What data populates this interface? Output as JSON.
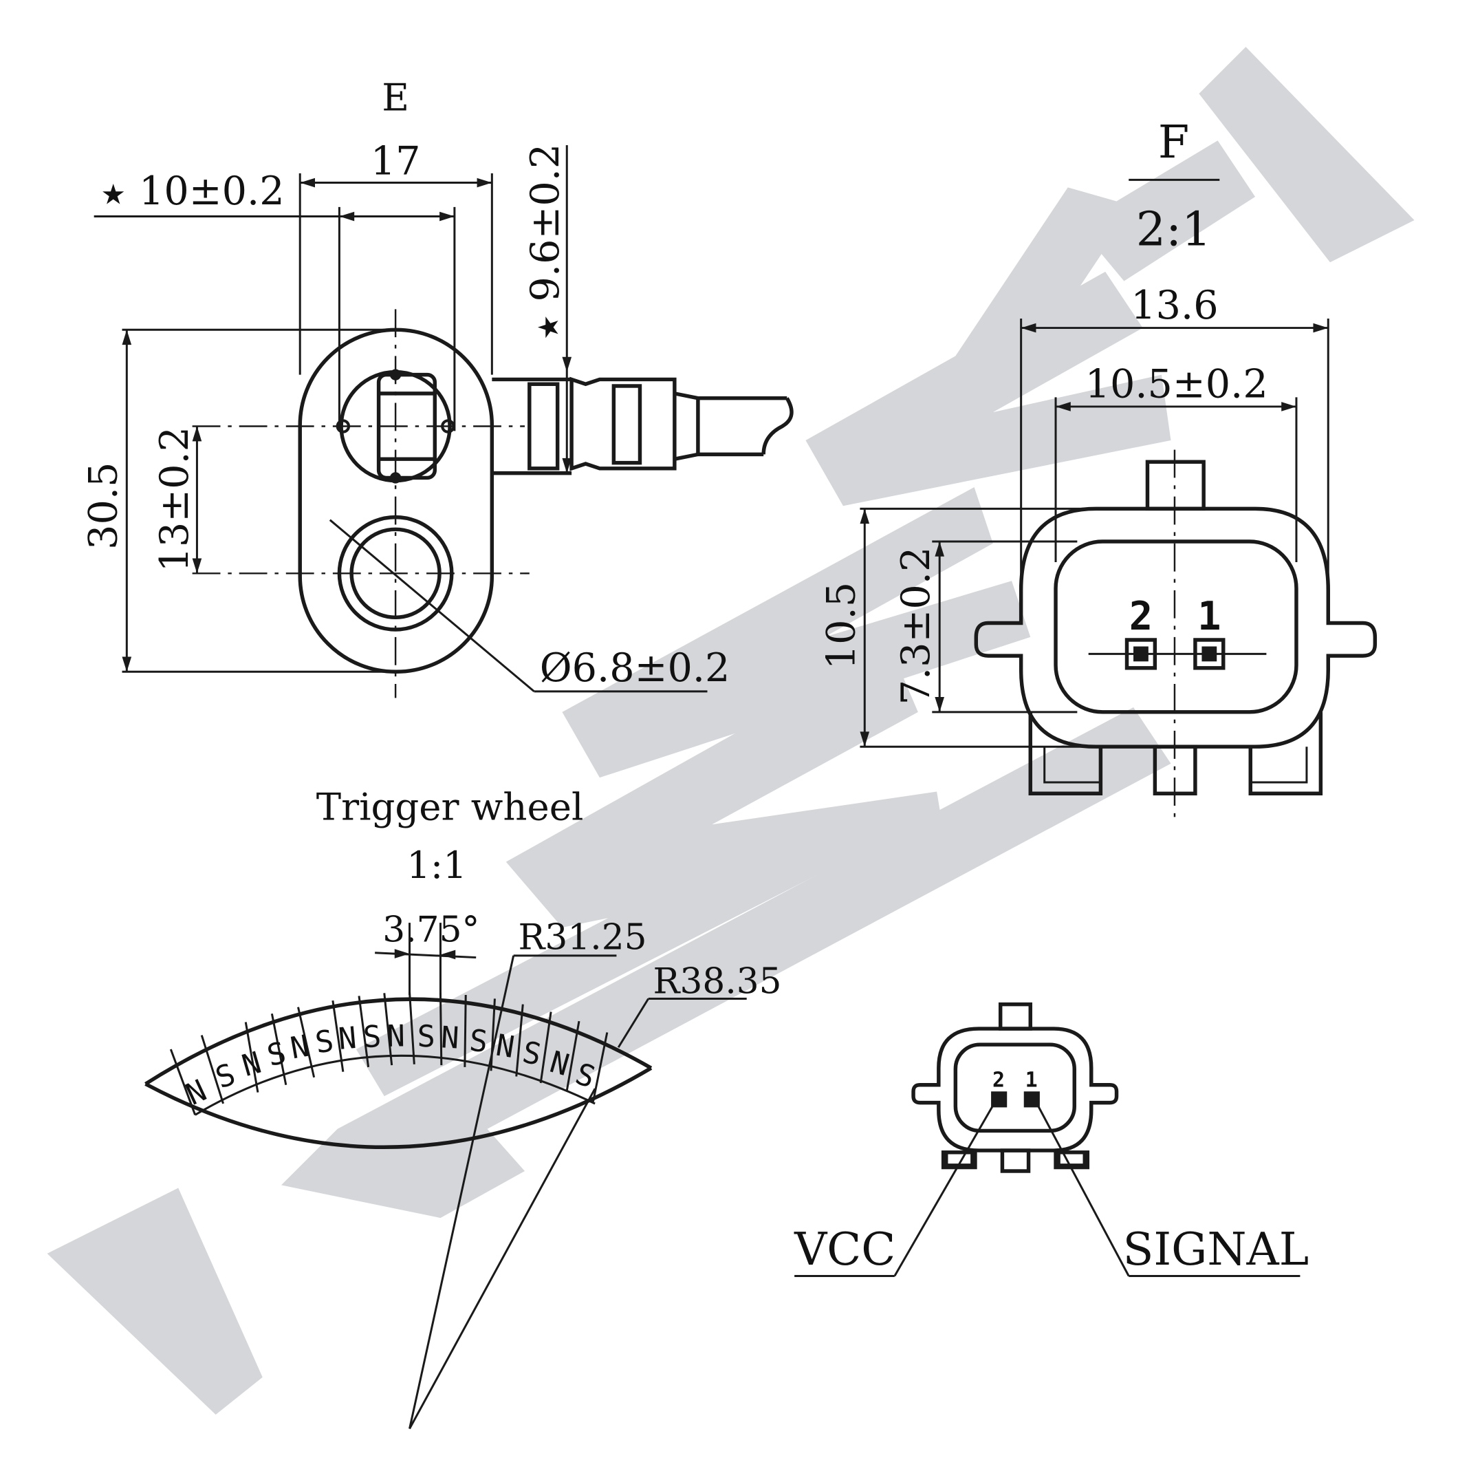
{
  "watermark": {
    "text": "ZENNER",
    "color": "#d4d6d9"
  },
  "view_e": {
    "title": "E",
    "dim_width": "17",
    "dim_hole_spacing": "★10±0.2",
    "dim_hole_spacing_star": "★",
    "dim_hole_spacing_value": "10±0.2",
    "dim_sensor_dia_star": "★",
    "dim_sensor_dia_value": "9.6±0.2",
    "dim_height": "30.5",
    "dim_offset": "13±0.2",
    "dim_bore": "Ø6.8±0.2"
  },
  "view_f": {
    "title": "F",
    "scale": "2:1",
    "dim_outer_width": "13.6",
    "dim_inner_width": "10.5±0.2",
    "dim_outer_height": "10.5",
    "dim_inner_height": "7.3±0.2",
    "pin_2": "2",
    "pin_1": "1"
  },
  "trigger_wheel": {
    "title": "Trigger wheel",
    "scale": "1:1",
    "angle": "3.75°",
    "inner_radius": "R31.25",
    "outer_radius": "R38.35",
    "poles": [
      "N",
      "S",
      "N",
      "S",
      "N",
      "S",
      "N",
      "S",
      "N",
      "S",
      "N",
      "S",
      "N",
      "S",
      "N",
      "S"
    ]
  },
  "pinout": {
    "pin_2": "2",
    "pin_1": "1",
    "label_vcc": "VCC",
    "label_signal": "SIGNAL"
  }
}
